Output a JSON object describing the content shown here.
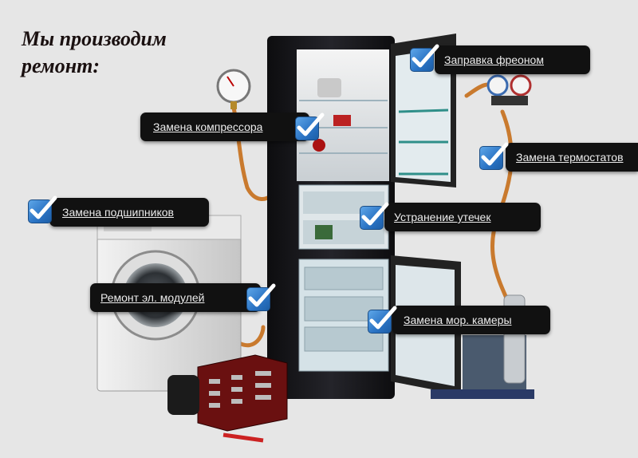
{
  "heading": {
    "line1": "Мы производим",
    "line2": "ремонт:"
  },
  "services": [
    {
      "id": "freon",
      "label": "Заправка фреоном"
    },
    {
      "id": "compressor",
      "label": "Замена компрессора"
    },
    {
      "id": "thermostat",
      "label": "Замена термостатов"
    },
    {
      "id": "bearings",
      "label": "Замена подшипников"
    },
    {
      "id": "leaks",
      "label": "Устранение утечек"
    },
    {
      "id": "modules",
      "label": "Ремонт эл. модулей"
    },
    {
      "id": "freezer",
      "label": "Замена мор. камеры"
    }
  ],
  "icons": {
    "check": "checkbox-checked-icon"
  },
  "colors": {
    "label_bg": "#111111",
    "label_text": "#ececec",
    "check_blue": "#2a73c4",
    "pipe": "#c97a2e"
  }
}
